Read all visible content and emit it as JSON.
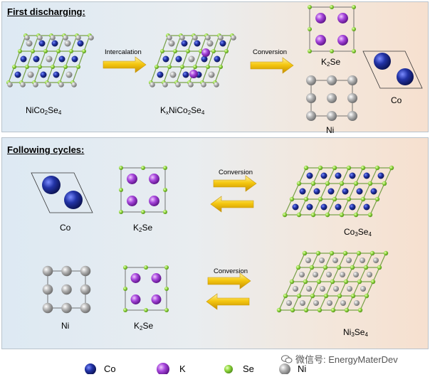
{
  "sections": {
    "first_heading": "First discharging:",
    "following_heading": "Following cycles:"
  },
  "arrows": {
    "intercalation": "Intercalation",
    "conversion": "Conversion"
  },
  "compounds": {
    "nico2se4_base": "NiCo",
    "kx_prefix": "K",
    "kx_sub": "x",
    "kxnico2se4_rest": "NiCo",
    "co2": "2",
    "se4": "4",
    "se": "Se",
    "k2se_k": "K",
    "k2se_2": "2",
    "co": "Co",
    "ni": "Ni",
    "co3se4_base": "Co",
    "co3": "3",
    "ni3se4_base": "Ni",
    "ni3": "3"
  },
  "legend": [
    {
      "label": "Co",
      "color": "#1c2a8f"
    },
    {
      "label": "K",
      "color": "#9a3fd0"
    },
    {
      "label": "Se",
      "color": "#8fd63c"
    },
    {
      "label": "Ni",
      "color": "#a8a8a8"
    }
  ],
  "watermark": "微信号: EnergyMaterDev",
  "colors": {
    "co": "#1c2a8f",
    "k": "#9a3fd0",
    "se": "#8fd63c",
    "ni": "#a8a8a8",
    "arrow": "#f3c40e"
  }
}
